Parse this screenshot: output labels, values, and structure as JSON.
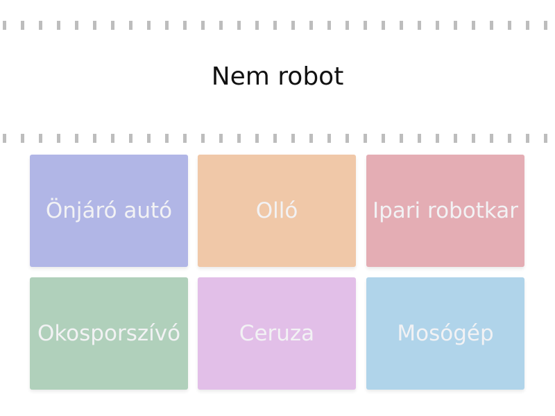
{
  "title": "Nem robot",
  "cards": [
    {
      "label": "Önjáró autó",
      "color": "#b1b6e6"
    },
    {
      "label": "Olló",
      "color": "#f0c8a8"
    },
    {
      "label": "Ipari robotkar",
      "color": "#e4adb4"
    },
    {
      "label": "Okosporszívó",
      "color": "#b0d0bb"
    },
    {
      "label": "Ceruza",
      "color": "#e2bfe8"
    },
    {
      "label": "Mosógép",
      "color": "#b0d4ea"
    }
  ]
}
